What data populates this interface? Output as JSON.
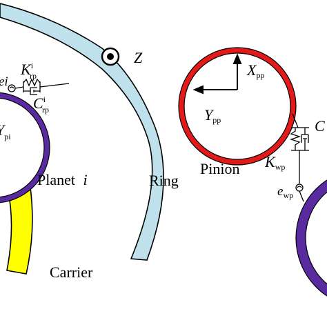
{
  "labels": {
    "axis_z": "Z",
    "ring": "Ring",
    "planet": "Planet",
    "planet_index": "i",
    "carrier": "Carrier",
    "pinion": "Pinion",
    "x_pp": "X",
    "x_pp_sub": "pp",
    "y_pp": "Y",
    "y_pp_sub": "pp",
    "k_rp": "K",
    "k_rp_sub": "rp",
    "k_rp_sup": "i",
    "c_rp": "C",
    "c_rp_sub": "rp",
    "c_rp_sup": "i",
    "e_rp_partial": "ei",
    "planet_coord_partial": "Y",
    "planet_coord_sub": "pi",
    "k_wp": "K",
    "k_wp_sub": "wp",
    "c_wp_partial": "C",
    "e_wp": "e",
    "e_wp_sub": "wp"
  },
  "colors": {
    "ring_fill": "#bfe1ec",
    "carrier_fill": "#ffff00",
    "planet_stroke": "#5a2aa0",
    "pinion_stroke": "#e21a1a",
    "wheel_stroke": "#5a2aa0",
    "line": "#000000"
  }
}
